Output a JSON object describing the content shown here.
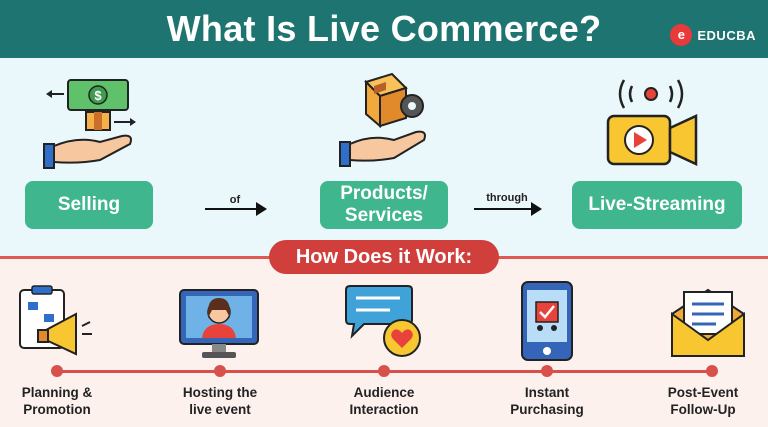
{
  "header": {
    "title": "What Is Live Commerce?",
    "logo_text": "EDUCBA"
  },
  "definition": {
    "terms": [
      {
        "label": "Selling"
      },
      {
        "label": "Products/ Services"
      },
      {
        "label": "Live-Streaming"
      }
    ],
    "connectors": [
      "of",
      "through"
    ]
  },
  "how": {
    "heading": "How Does it Work:",
    "steps": [
      {
        "line1": "Planning &",
        "line2": "Promotion"
      },
      {
        "line1": "Hosting the",
        "line2": "live event"
      },
      {
        "line1": "Audience",
        "line2": "Interaction"
      },
      {
        "line1": "Instant",
        "line2": "Purchasing"
      },
      {
        "line1": "Post-Event",
        "line2": "Follow-Up"
      }
    ]
  },
  "colors": {
    "header_bg": "#1e7470",
    "term_box": "#3fb68d",
    "accent_red": "#d13f3d",
    "top_bg": "#eaf8fb",
    "bottom_bg": "#fdf1ee"
  },
  "icons": [
    "money-hand-icon",
    "box-gear-hand-icon",
    "video-camera-icon",
    "megaphone-clipboard-icon",
    "monitor-host-icon",
    "chat-heart-icon",
    "phone-cart-icon",
    "envelope-letter-icon"
  ]
}
